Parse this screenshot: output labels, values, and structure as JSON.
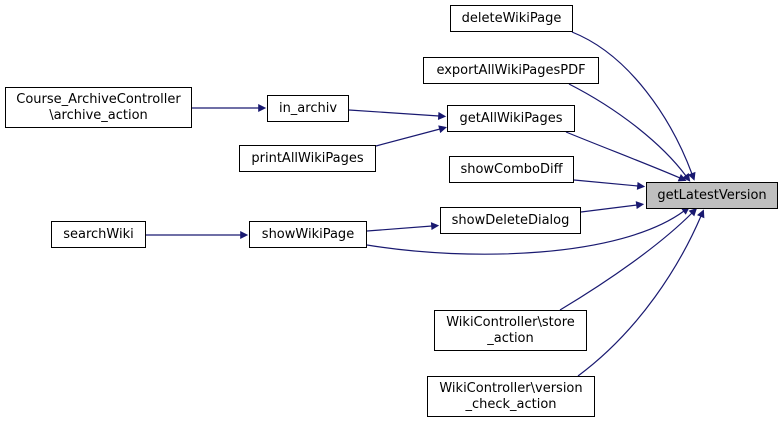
{
  "colors": {
    "edge": "#191970",
    "focus_fill": "#bfbfbf",
    "node_border": "#000000"
  },
  "nodes": {
    "getLatestVersion": {
      "lines": [
        "getLatestVersion"
      ]
    },
    "deleteWikiPage": {
      "lines": [
        "deleteWikiPage"
      ]
    },
    "exportAllWikiPagesPDF": {
      "lines": [
        "exportAllWikiPagesPDF"
      ]
    },
    "getAllWikiPages": {
      "lines": [
        "getAllWikiPages"
      ]
    },
    "in_archiv": {
      "lines": [
        "in_archiv"
      ]
    },
    "courseArchive": {
      "lines": [
        "Course_ArchiveController",
        "\\archive_action"
      ]
    },
    "printAllWikiPages": {
      "lines": [
        "printAllWikiPages"
      ]
    },
    "showComboDiff": {
      "lines": [
        "showComboDiff"
      ]
    },
    "showDeleteDialog": {
      "lines": [
        "showDeleteDialog"
      ]
    },
    "showWikiPage": {
      "lines": [
        "showWikiPage"
      ]
    },
    "searchWiki": {
      "lines": [
        "searchWiki"
      ]
    },
    "wikiStore": {
      "lines": [
        "WikiController\\store",
        "_action"
      ]
    },
    "wikiVersionCheck": {
      "lines": [
        "WikiController\\version",
        "_check_action"
      ]
    }
  },
  "edges": [
    {
      "from": "deleteWikiPage",
      "to": "getLatestVersion"
    },
    {
      "from": "exportAllWikiPagesPDF",
      "to": "getLatestVersion"
    },
    {
      "from": "getAllWikiPages",
      "to": "getLatestVersion"
    },
    {
      "from": "showComboDiff",
      "to": "getLatestVersion"
    },
    {
      "from": "showDeleteDialog",
      "to": "getLatestVersion"
    },
    {
      "from": "showWikiPage",
      "to": "getLatestVersion"
    },
    {
      "from": "wikiStore",
      "to": "getLatestVersion"
    },
    {
      "from": "wikiVersionCheck",
      "to": "getLatestVersion"
    },
    {
      "from": "courseArchive",
      "to": "in_archiv"
    },
    {
      "from": "in_archiv",
      "to": "getAllWikiPages"
    },
    {
      "from": "printAllWikiPages",
      "to": "getAllWikiPages"
    },
    {
      "from": "searchWiki",
      "to": "showWikiPage"
    },
    {
      "from": "showWikiPage",
      "to": "showDeleteDialog"
    }
  ]
}
